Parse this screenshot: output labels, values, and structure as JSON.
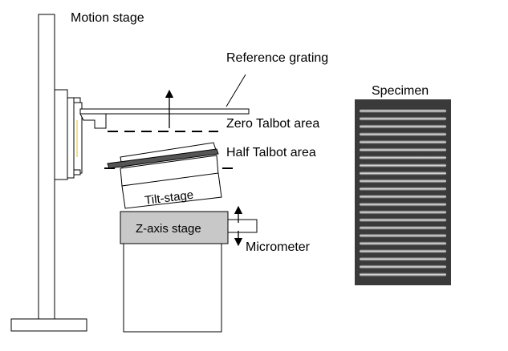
{
  "labels": {
    "motion_stage": "Motion stage",
    "reference_grating": "Reference grating",
    "zero_talbot": "Zero Talbot area",
    "half_talbot": "Half Talbot area",
    "specimen": "Specimen",
    "tilt_stage": "Tilt-stage",
    "z_axis_stage": "Z-axis stage",
    "micrometer": "Micrometer"
  },
  "colors": {
    "line": "#000000",
    "z_stage_fill": "#c8c8c8",
    "specimen_dark": "#3a3a3a",
    "specimen_light": "#d8d8d8"
  },
  "specimen": {
    "fringe_count": 22
  }
}
